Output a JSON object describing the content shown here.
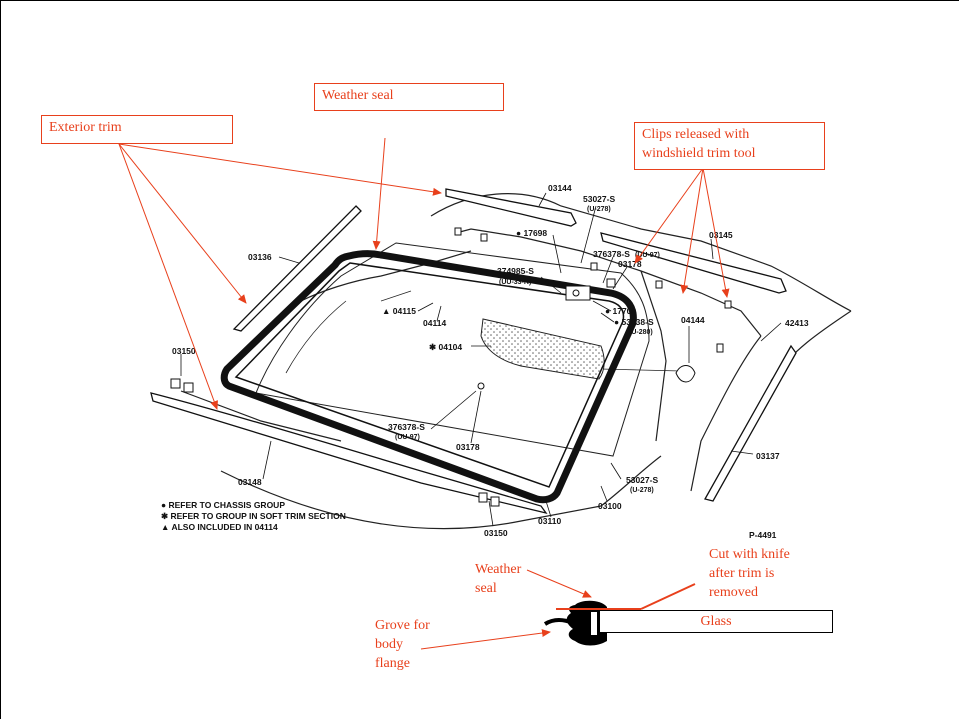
{
  "callouts": {
    "weather_seal": "Weather seal",
    "exterior_trim": "Exterior trim",
    "clips_line1": "Clips released with",
    "clips_line2": "windshield trim tool"
  },
  "detail": {
    "weather_line1": "Weather",
    "weather_line2": "seal",
    "cut_line1": "Cut with knife",
    "cut_line2": "after trim is",
    "cut_line3": "removed",
    "grove_line1": "Grove for",
    "grove_line2": "body",
    "grove_line3": "flange",
    "glass": "Glass"
  },
  "parts": {
    "p03144": "03144",
    "p53027_top": "53027-S",
    "p53027_top_sub": "(U-278)",
    "p17698": "● 17698",
    "p376378_top": "376378-S",
    "p376378_top_sub": "(UU-97)",
    "p03178_top": "03178",
    "p03145": "03145",
    "p03136": "03136",
    "p374985": "374985-S",
    "p374985_sub": "(UU-33-K)",
    "p17700": "● 17700",
    "p53038": "● 53038-S",
    "p53038_sub": "(U-280)",
    "p04115": "▲ 04115",
    "p04114": "04114",
    "p04144": "04144",
    "p42413": "42413",
    "p04104": "✱ 04104",
    "p03150_left": "03150",
    "p376378_mid": "376378-S",
    "p376378_mid_sub": "(UU-97)",
    "p03178_mid": "03178",
    "p03137": "03137",
    "p03148": "03148",
    "p53027_bot": "53027-S",
    "p53027_bot_sub": "(U-278)",
    "p03100": "03100",
    "p03110": "03110",
    "p03150_bot": "03150",
    "p4491": "P-4491"
  },
  "legend": {
    "line1": "● REFER TO CHASSIS GROUP",
    "line2": "✱ REFER TO GROUP IN SOFT TRIM SECTION",
    "line3": "▲ ALSO INCLUDED IN 04114"
  },
  "colors": {
    "accent": "#e8401c",
    "ink": "#111111"
  }
}
